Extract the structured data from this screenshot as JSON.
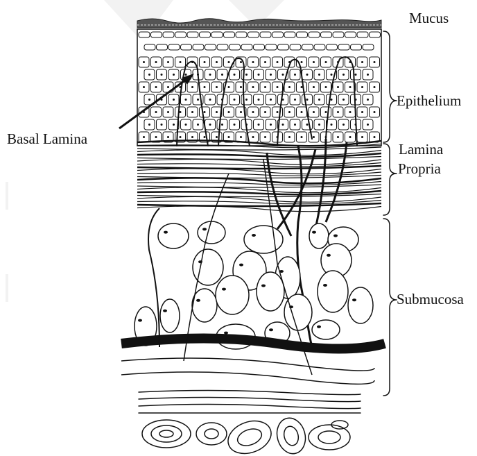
{
  "diagram": {
    "labels": {
      "mucus": "Mucus",
      "epithelium": "Epithelium",
      "lamina_propria_line1": "Lamina",
      "lamina_propria_line2": "Propria",
      "submucosa": "Submucosa",
      "basal_lamina": "Basal Lamina"
    },
    "colors": {
      "ink": "#111111",
      "paper": "#ffffff",
      "watermark": "#f0f0f0"
    }
  }
}
